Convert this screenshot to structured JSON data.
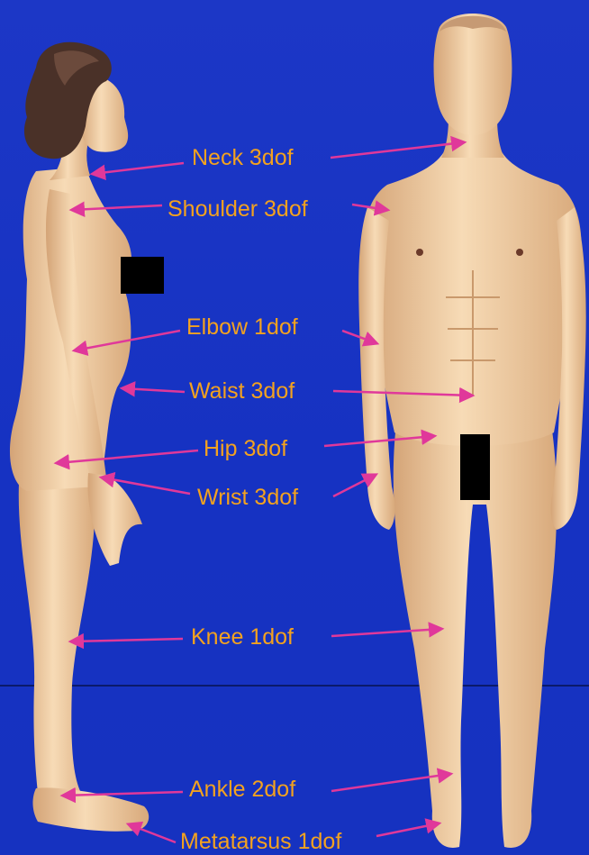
{
  "colors": {
    "background": "#1a35c4",
    "label_text": "#f3a21f",
    "arrow": "#e0389a",
    "skin": "#f2d2a8",
    "skin_shade": "#d9ac7e",
    "hair": "#4a3128",
    "censor": "#000000"
  },
  "joints": [
    {
      "id": "neck",
      "label": "Neck 3dof"
    },
    {
      "id": "shoulder",
      "label": "Shoulder 3dof"
    },
    {
      "id": "elbow",
      "label": "Elbow 1dof"
    },
    {
      "id": "waist",
      "label": "Waist 3dof"
    },
    {
      "id": "hip",
      "label": "Hip 3dof"
    },
    {
      "id": "wrist",
      "label": "Wrist 3dof"
    },
    {
      "id": "knee",
      "label": "Knee 1dof"
    },
    {
      "id": "ankle",
      "label": "Ankle 2dof"
    },
    {
      "id": "metatarsus",
      "label": "Metatarsus 1dof"
    }
  ]
}
